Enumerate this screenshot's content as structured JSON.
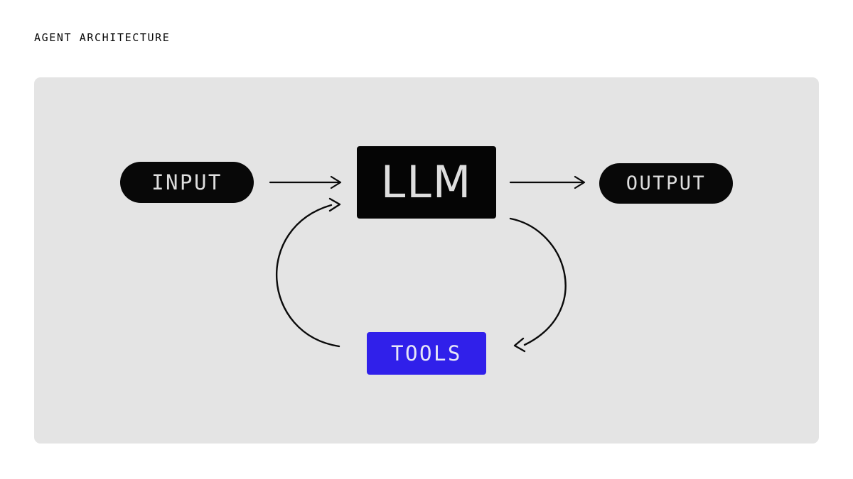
{
  "page": {
    "title": "AGENT ARCHITECTURE",
    "background_color": "#ffffff"
  },
  "panel": {
    "background_color": "#e4e4e4"
  },
  "diagram": {
    "type": "flow-diagram",
    "nodes": [
      {
        "id": "input",
        "label": "INPUT",
        "shape": "pill",
        "fill_color": "#080808",
        "text_color": "#dedede"
      },
      {
        "id": "llm",
        "label": "LLM",
        "shape": "rectangle",
        "fill_color": "#050505",
        "text_color": "#dedede"
      },
      {
        "id": "output",
        "label": "OUTPUT",
        "shape": "pill",
        "fill_color": "#080808",
        "text_color": "#dedede"
      },
      {
        "id": "tools",
        "label": "TOOLS",
        "shape": "rectangle",
        "fill_color": "#3020ea",
        "text_color": "#e6e6f7"
      }
    ],
    "edges": [
      {
        "id": "input-to-llm",
        "from": "input",
        "to": "llm",
        "style": "straight",
        "color": "#0a0a0a"
      },
      {
        "id": "llm-to-output",
        "from": "llm",
        "to": "output",
        "style": "straight",
        "color": "#0a0a0a"
      },
      {
        "id": "llm-to-tools",
        "from": "llm",
        "to": "tools",
        "style": "curved",
        "color": "#0a0a0a"
      },
      {
        "id": "tools-to-llm",
        "from": "tools",
        "to": "llm",
        "style": "curved",
        "color": "#0a0a0a"
      }
    ]
  }
}
